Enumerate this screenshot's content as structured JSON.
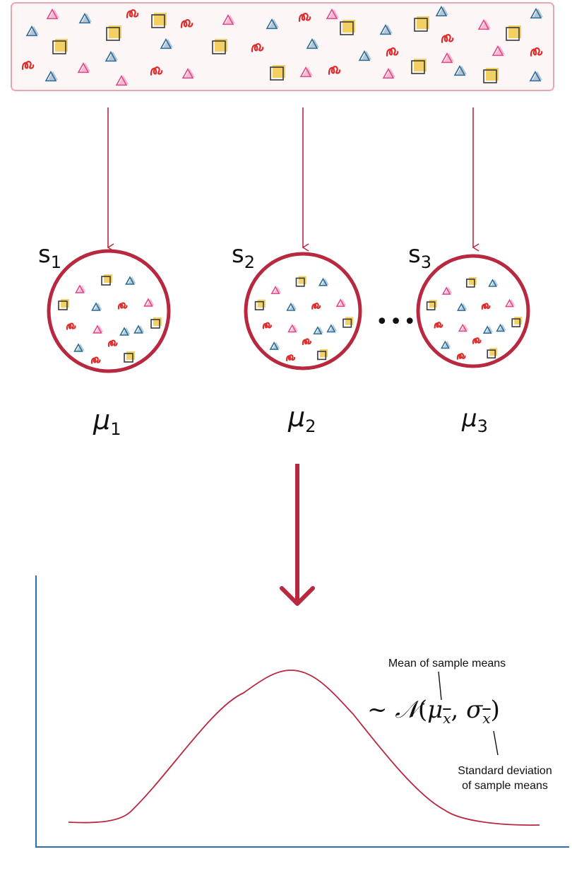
{
  "colors": {
    "accent": "#b8283f",
    "pink": "#e0498a",
    "blue": "#2b6e96",
    "red": "#e02b2b",
    "yellow": "#f0c94a",
    "square": "#3a3a3a",
    "axis": "#2f6fa8"
  },
  "icons": [
    "triangle-icon",
    "square-icon",
    "squiggle-icon"
  ],
  "samples": [
    {
      "label": "s",
      "index": "1",
      "mean_symbol": "μ",
      "mean_index": "1"
    },
    {
      "label": "s",
      "index": "2",
      "mean_symbol": "μ",
      "mean_index": "2"
    },
    {
      "label": "s",
      "index": "3",
      "mean_symbol": "μ",
      "mean_index": "3"
    }
  ],
  "ellipsis": "•••",
  "distribution": {
    "tilde": "~",
    "N": "𝒩",
    "open": "(",
    "mu": "μ",
    "sub_mu": "x",
    "comma": ",",
    "sigma": "σ",
    "sub_sigma": "x",
    "close": ")",
    "mean_note": "Mean of sample means",
    "sd_note_line1": "Standard deviation",
    "sd_note_line2": "of sample means"
  }
}
